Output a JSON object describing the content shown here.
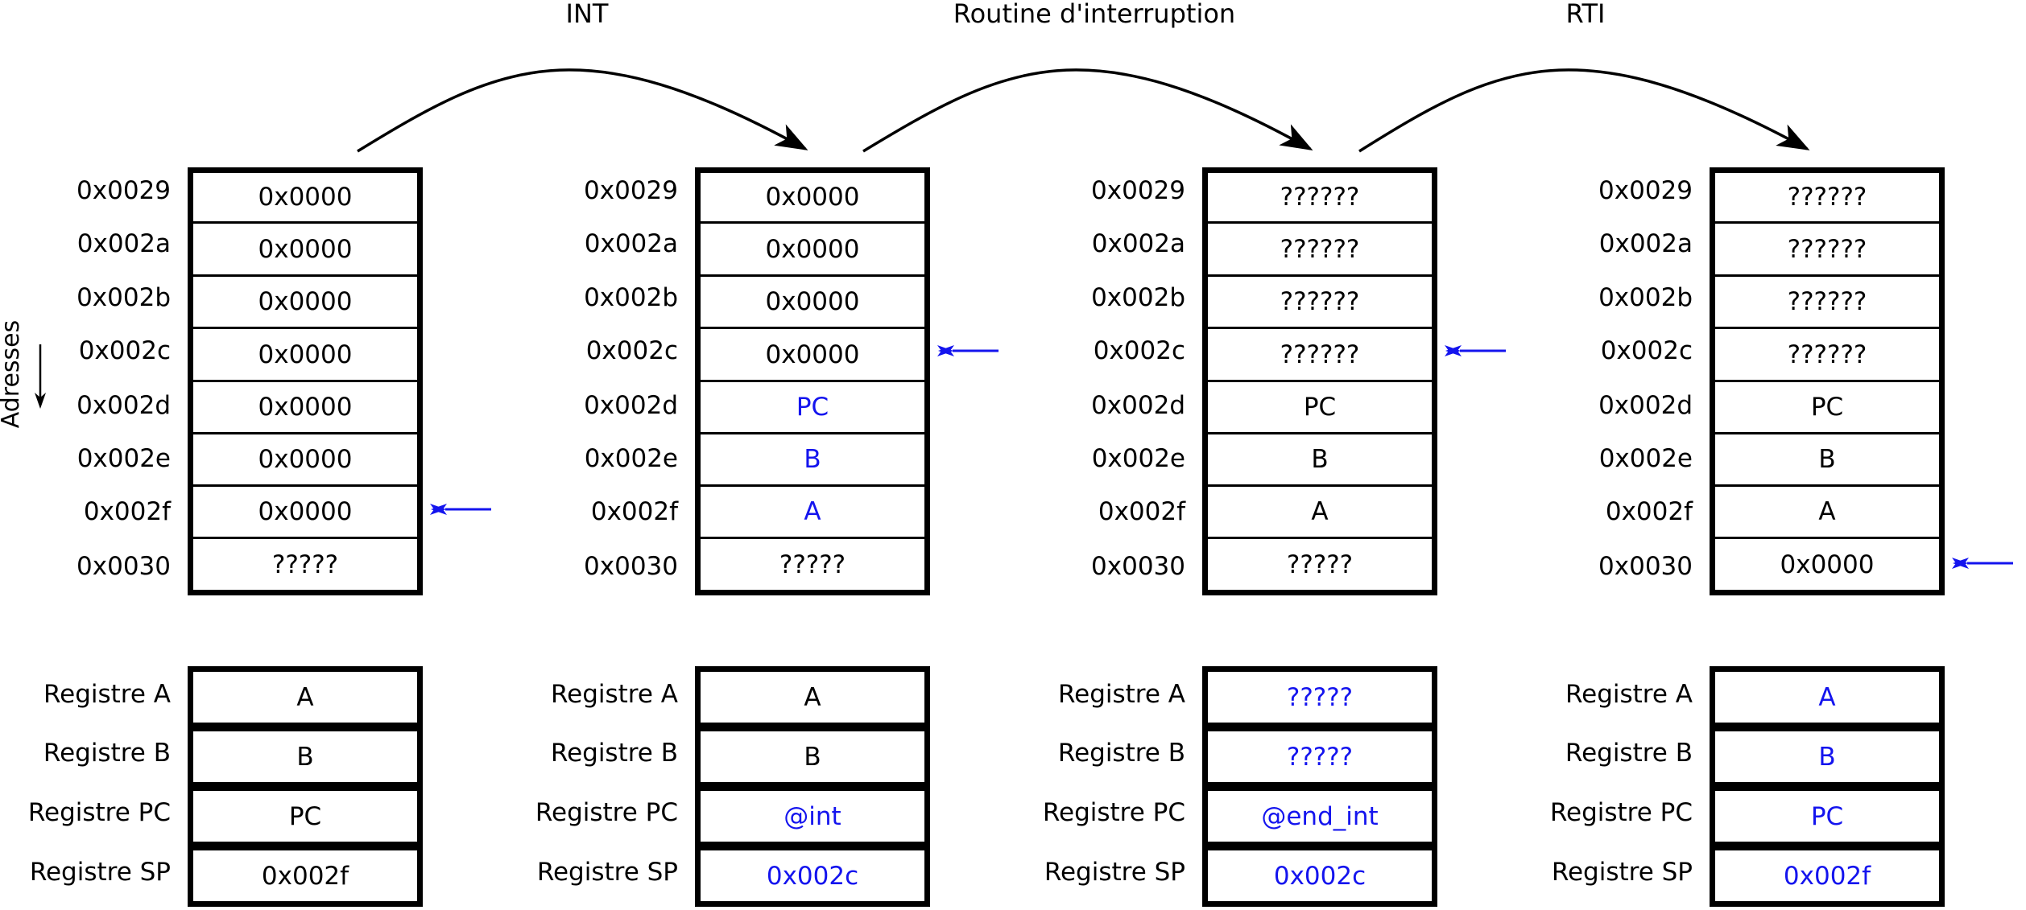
{
  "transitions": [
    {
      "label": "INT"
    },
    {
      "label": "Routine d'interruption"
    },
    {
      "label": "RTI"
    }
  ],
  "axis_label": "Adresses",
  "addresses": [
    "0x0029",
    "0x002a",
    "0x002b",
    "0x002c",
    "0x002d",
    "0x002e",
    "0x002f",
    "0x0030"
  ],
  "register_labels": [
    "Registre A",
    "Registre B",
    "Registre PC",
    "Registre SP"
  ],
  "colors": {
    "changed": "#1414ee",
    "unchanged": "#000000"
  },
  "states": [
    {
      "stack": [
        {
          "value": "0x0000",
          "changed": false
        },
        {
          "value": "0x0000",
          "changed": false
        },
        {
          "value": "0x0000",
          "changed": false
        },
        {
          "value": "0x0000",
          "changed": false
        },
        {
          "value": "0x0000",
          "changed": false
        },
        {
          "value": "0x0000",
          "changed": false
        },
        {
          "value": "0x0000",
          "changed": false
        },
        {
          "value": "?????",
          "changed": false
        }
      ],
      "sp_index": 6,
      "registers": [
        {
          "value": "A",
          "changed": false
        },
        {
          "value": "B",
          "changed": false
        },
        {
          "value": "PC",
          "changed": false
        },
        {
          "value": "0x002f",
          "changed": false
        }
      ]
    },
    {
      "stack": [
        {
          "value": "0x0000",
          "changed": false
        },
        {
          "value": "0x0000",
          "changed": false
        },
        {
          "value": "0x0000",
          "changed": false
        },
        {
          "value": "0x0000",
          "changed": false
        },
        {
          "value": "PC",
          "changed": true
        },
        {
          "value": "B",
          "changed": true
        },
        {
          "value": "A",
          "changed": true
        },
        {
          "value": "?????",
          "changed": false
        }
      ],
      "sp_index": 3,
      "registers": [
        {
          "value": "A",
          "changed": false
        },
        {
          "value": "B",
          "changed": false
        },
        {
          "value": "@int",
          "changed": true
        },
        {
          "value": "0x002c",
          "changed": true
        }
      ]
    },
    {
      "stack": [
        {
          "value": "??????",
          "changed": false
        },
        {
          "value": "??????",
          "changed": false
        },
        {
          "value": "??????",
          "changed": false
        },
        {
          "value": "??????",
          "changed": false
        },
        {
          "value": "PC",
          "changed": false
        },
        {
          "value": "B",
          "changed": false
        },
        {
          "value": "A",
          "changed": false
        },
        {
          "value": "?????",
          "changed": false
        }
      ],
      "sp_index": 3,
      "registers": [
        {
          "value": "?????",
          "changed": true
        },
        {
          "value": "?????",
          "changed": true
        },
        {
          "value": "@end_int",
          "changed": true
        },
        {
          "value": "0x002c",
          "changed": true
        }
      ]
    },
    {
      "stack": [
        {
          "value": "??????",
          "changed": false
        },
        {
          "value": "??????",
          "changed": false
        },
        {
          "value": "??????",
          "changed": false
        },
        {
          "value": "??????",
          "changed": false
        },
        {
          "value": "PC",
          "changed": false
        },
        {
          "value": "B",
          "changed": false
        },
        {
          "value": "A",
          "changed": false
        },
        {
          "value": "0x0000",
          "changed": false
        }
      ],
      "sp_index": 7,
      "registers": [
        {
          "value": "A",
          "changed": true
        },
        {
          "value": "B",
          "changed": true
        },
        {
          "value": "PC",
          "changed": true
        },
        {
          "value": "0x002f",
          "changed": true
        }
      ]
    }
  ]
}
